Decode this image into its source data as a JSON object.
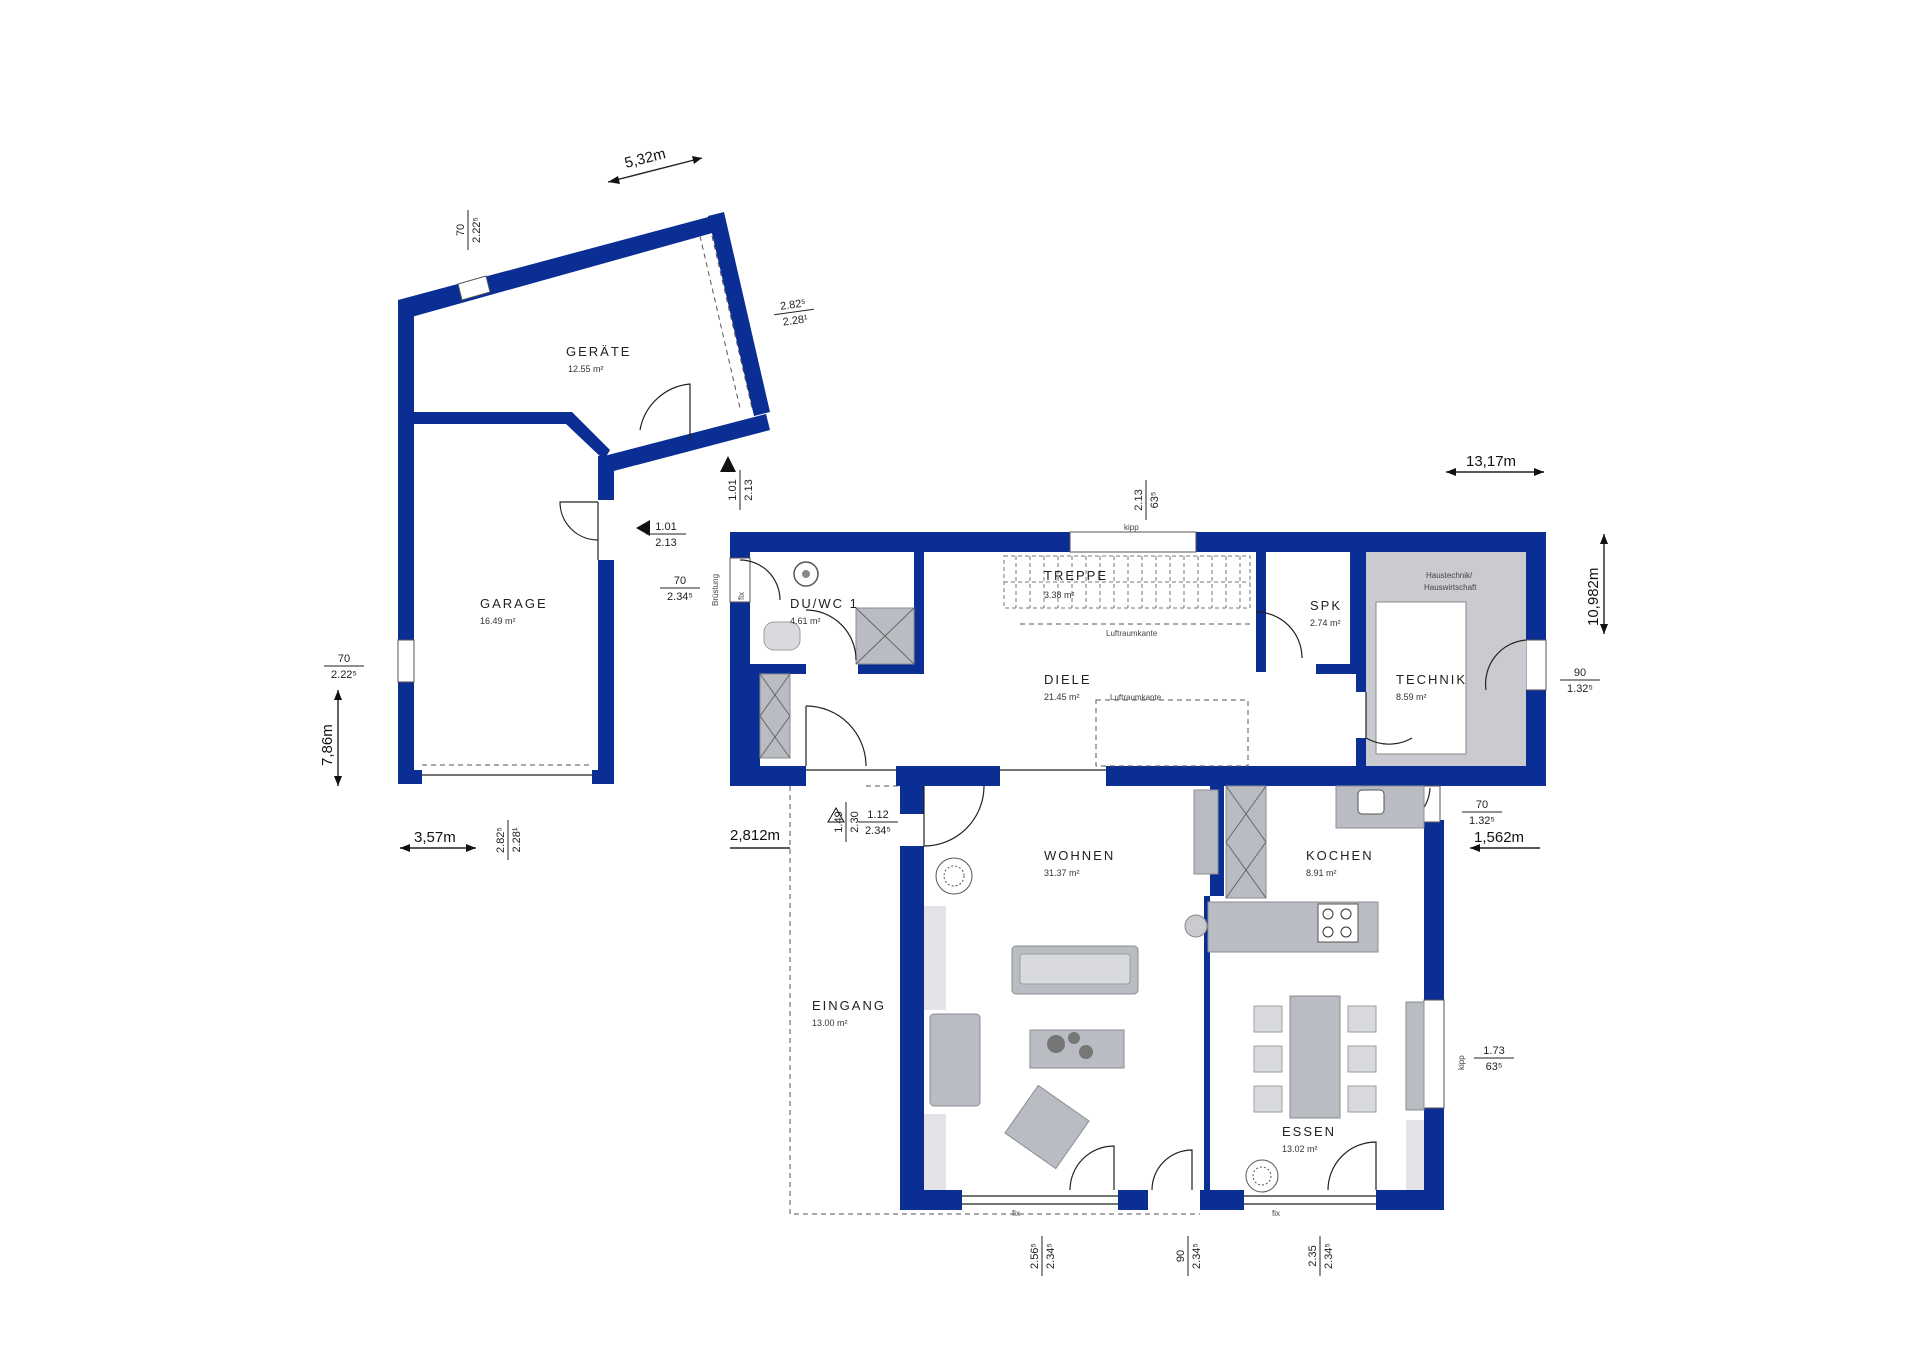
{
  "rooms": {
    "geraete": {
      "name": "GERÄTE",
      "area": "12.55 m²"
    },
    "garage": {
      "name": "GARAGE",
      "area": "16.49 m²"
    },
    "du_wc": {
      "name": "DU/WC 1",
      "area": "4.61 m²"
    },
    "treppe": {
      "name": "TREPPE",
      "area": "3.38 m²"
    },
    "spk": {
      "name": "SPK",
      "area": "2.74 m²"
    },
    "technik": {
      "name": "TECHNIK",
      "area": "8.59 m²"
    },
    "haustechnik": {
      "line1": "Haustechnik/",
      "line2": "Hauswirtschaft"
    },
    "diele": {
      "name": "DIELE",
      "area": "21.45 m²"
    },
    "wohnen": {
      "name": "WOHNEN",
      "area": "31.37 m²"
    },
    "kochen": {
      "name": "KOCHEN",
      "area": "8.91 m²"
    },
    "essen": {
      "name": "ESSEN",
      "area": "13.02 m²"
    },
    "eingang": {
      "name": "EINGANG",
      "area": "13.00 m²"
    }
  },
  "dimensions": {
    "d532": "5,32m",
    "d1317": "13,17m",
    "d10982": "10,982m",
    "d786": "7,86m",
    "d357": "3,57m",
    "d2812": "2,812m",
    "d1562": "1,562m"
  },
  "fractions": {
    "f_geraete_top": {
      "top": "70",
      "bottom": "2.22⁵"
    },
    "f_geraete_right": {
      "top": "2.82⁵",
      "bottom": "2.28¹"
    },
    "f_geraete_door": {
      "top": "1.01",
      "bottom": "2.13"
    },
    "f_garage_door": {
      "top": "1.01",
      "bottom": "2.13"
    },
    "f_garage_left": {
      "top": "70",
      "bottom": "2.22⁵"
    },
    "f_garage_bottom": {
      "top": "2.82⁵",
      "bottom": "2.28¹"
    },
    "f_wc_window": {
      "top": "70",
      "bottom": "2.34⁵"
    },
    "f_stair_window": {
      "top": "2.13",
      "bottom": "63⁵"
    },
    "f_technik_window": {
      "top": "90",
      "bottom": "1.32⁵"
    },
    "f_kochen_window": {
      "top": "70",
      "bottom": "1.32⁵"
    },
    "f_entry_door": {
      "top": "1.12",
      "bottom": "2.34⁵"
    },
    "f_entry_side": {
      "top": "1.49",
      "bottom": "2.30"
    },
    "f_essen_window": {
      "top": "1.73",
      "bottom": "63⁵"
    },
    "f_bottom1": {
      "top": "2.56⁵",
      "bottom": "2.34⁵"
    },
    "f_bottom2": {
      "top": "90",
      "bottom": "2.34⁵"
    },
    "f_bottom3": {
      "top": "2.35",
      "bottom": "2.34⁵"
    }
  },
  "notes": {
    "kipp_top": "kipp",
    "kipp_right": "kipp",
    "fix_wc": "fix",
    "bruestung": "Brüstung",
    "fix_wohnen": "fix",
    "fix_essen": "fix",
    "luftraum1": "Luftraumkante",
    "luftraum2": "Luftraumkante"
  }
}
